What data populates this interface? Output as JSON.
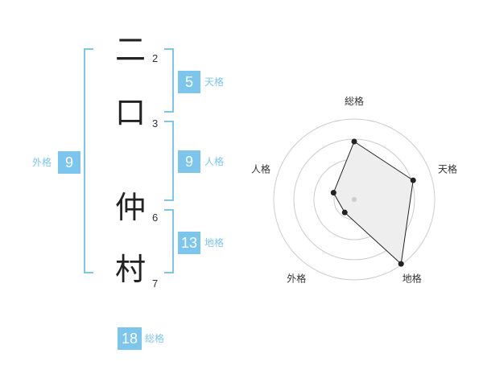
{
  "name_chars": [
    {
      "char": "二",
      "strokes": "2"
    },
    {
      "char": "口",
      "strokes": "3"
    },
    {
      "char": "仲",
      "strokes": "6"
    },
    {
      "char": "村",
      "strokes": "7"
    }
  ],
  "kakusuu": {
    "tenkaku": {
      "value": "5",
      "label": "天格"
    },
    "jinkaku": {
      "value": "9",
      "label": "人格"
    },
    "chikaku": {
      "value": "13",
      "label": "地格"
    },
    "gaikaku": {
      "value": "9",
      "label": "外格"
    },
    "soukaku": {
      "value": "18",
      "label": "総格"
    }
  },
  "accent_color": "#7cc6ee",
  "chart_data": {
    "type": "radar",
    "axes": [
      "総格",
      "天格",
      "地格",
      "外格",
      "人格"
    ],
    "values": [
      18,
      5,
      13,
      9,
      9
    ],
    "relative_levels": [
      0.72,
      0.77,
      0.99,
      0.2,
      0.27
    ],
    "rings": 4,
    "fill_color": "#eeeeee",
    "line_color": "#222222"
  }
}
